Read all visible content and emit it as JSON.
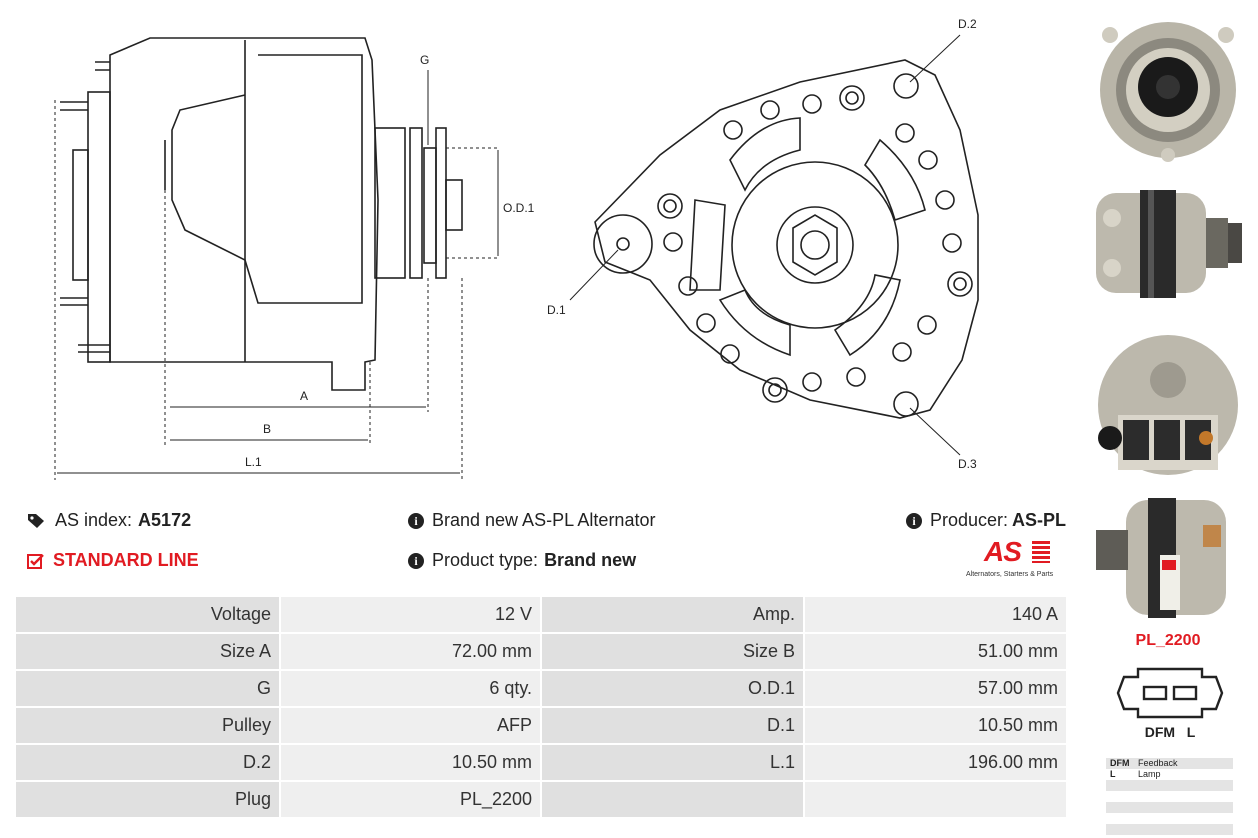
{
  "drawing": {
    "side_labels": {
      "g": "G",
      "od1": "O.D.1",
      "a": "A",
      "b": "B",
      "l1": "L.1"
    },
    "front_labels": {
      "d1": "D.1",
      "d2": "D.2",
      "d3": "D.3"
    }
  },
  "info": {
    "as_index_label": "AS index:",
    "as_index_value": "A5172",
    "standard_line": "STANDARD LINE",
    "description": "Brand new AS-PL Alternator",
    "product_type_label": "Product type:",
    "product_type_value": "Brand new",
    "producer_label": "Producer:",
    "producer_value": "AS-PL",
    "logo_text": "AS",
    "logo_tagline": "Alternators, Starters & Parts"
  },
  "specs": [
    {
      "l1": "Voltage",
      "v1": "12 V",
      "l2": "Amp.",
      "v2": "140 A"
    },
    {
      "l1": "Size A",
      "v1": "72.00 mm",
      "l2": "Size B",
      "v2": "51.00 mm"
    },
    {
      "l1": "G",
      "v1": "6 qty.",
      "l2": "O.D.1",
      "v2": "57.00 mm"
    },
    {
      "l1": "Pulley",
      "v1": "AFP",
      "l2": "D.1",
      "v2": "10.50 mm"
    },
    {
      "l1": "D.2",
      "v1": "10.50 mm",
      "l2": "L.1",
      "v2": "196.00 mm"
    },
    {
      "l1": "Plug",
      "v1": "PL_2200",
      "l2": "",
      "v2": ""
    }
  ],
  "plug": {
    "code": "PL_2200",
    "pin_labels": "DFM   L",
    "legend": [
      {
        "key": "DFM",
        "value": "Feedback"
      },
      {
        "key": "L",
        "value": "Lamp"
      }
    ]
  },
  "colors": {
    "accent": "#e11b22",
    "table_bg": "#e8e8e8"
  }
}
